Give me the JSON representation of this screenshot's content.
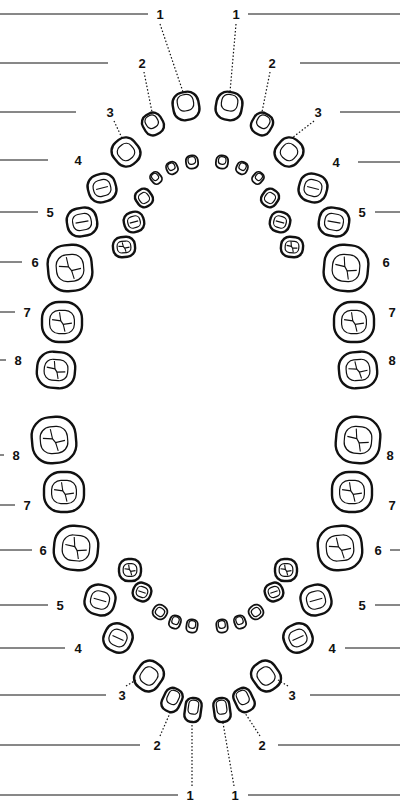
{
  "diagram": {
    "labels": [
      "1",
      "1",
      "2",
      "2",
      "3",
      "3",
      "4",
      "4",
      "5",
      "5",
      "6",
      "6",
      "7",
      "7",
      "8",
      "8",
      "8",
      "8",
      "7",
      "7",
      "6",
      "6",
      "5",
      "5",
      "4",
      "4",
      "3",
      "3",
      "2",
      "2",
      "1",
      "1"
    ]
  }
}
